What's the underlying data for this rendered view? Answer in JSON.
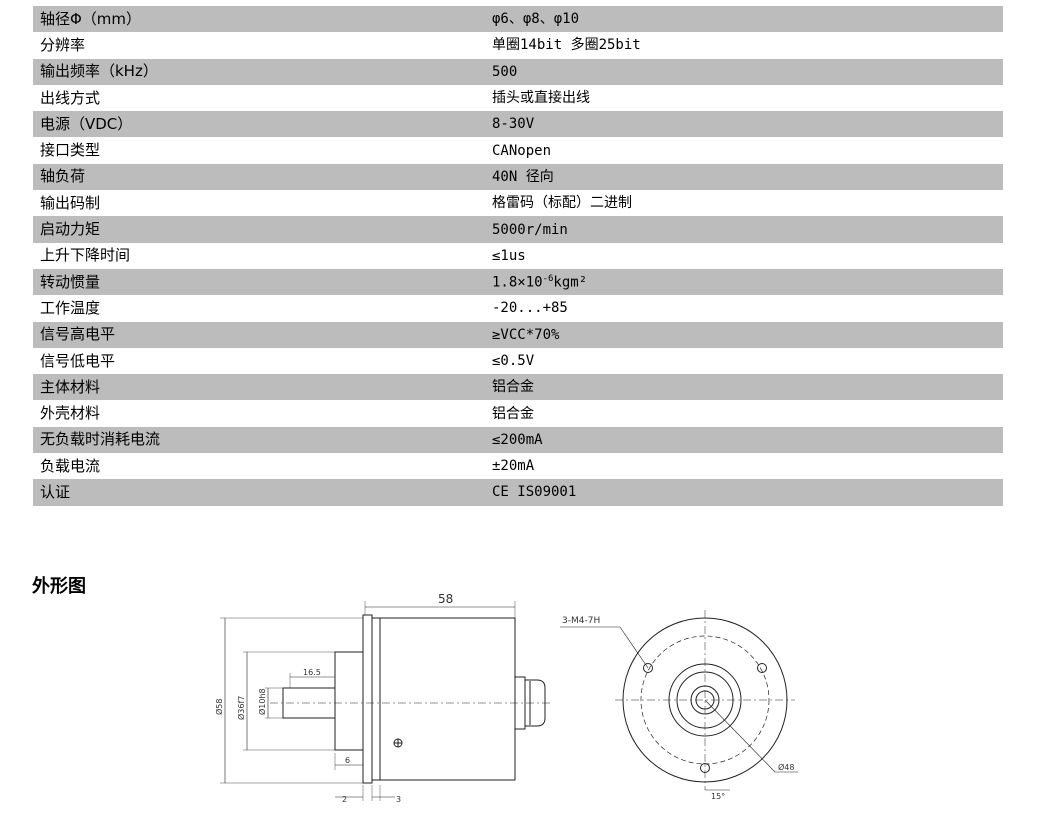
{
  "specs": [
    {
      "label": "轴径Φ（mm）",
      "value": "φ6、φ8、φ10"
    },
    {
      "label": "分辨率",
      "value": "单圈14bit  多圈25bit"
    },
    {
      "label": "输出频率（kHz）",
      "value": "500"
    },
    {
      "label": "出线方式",
      "value": "插头或直接出线"
    },
    {
      "label": "电源（VDC）",
      "value": "8-30V"
    },
    {
      "label": "接口类型",
      "value": "CANopen"
    },
    {
      "label": "轴负荷",
      "value": "40N 径向"
    },
    {
      "label": "输出码制",
      "value": "格雷码（标配）二进制"
    },
    {
      "label": "启动力矩",
      "value": "5000r/min"
    },
    {
      "label": "上升下降时间",
      "value": "≤1us"
    },
    {
      "label": "转动惯量",
      "value": "1.8×10",
      "value_sup": "-6",
      "value_suffix": "kgm²"
    },
    {
      "label": "工作温度",
      "value": "-20...+85"
    },
    {
      "label": "信号高电平",
      "value": "≥VCC*70%"
    },
    {
      "label": "信号低电平",
      "value": "≤0.5V"
    },
    {
      "label": "主体材料",
      "value": "铝合金"
    },
    {
      "label": "外壳材料",
      "value": "铝合金"
    },
    {
      "label": "无负载时消耗电流",
      "value": "≤200mA"
    },
    {
      "label": "负载电流",
      "value": "±20mA"
    },
    {
      "label": "认证",
      "value": "CE   IS09001"
    }
  ],
  "section_title": "外形图",
  "drawing": {
    "dim_length": "58",
    "dim_shaft_len": "16.5",
    "dim_dia_58": "Ø58",
    "dim_dia_36": "Ø36f7",
    "dim_dia_10": "Ø10h8",
    "dim_6": "6",
    "dim_2": "2",
    "dim_3": "3",
    "thread_label": "3-M4-7H",
    "dim_dia_48": "Ø48",
    "dim_angle": "15°"
  }
}
